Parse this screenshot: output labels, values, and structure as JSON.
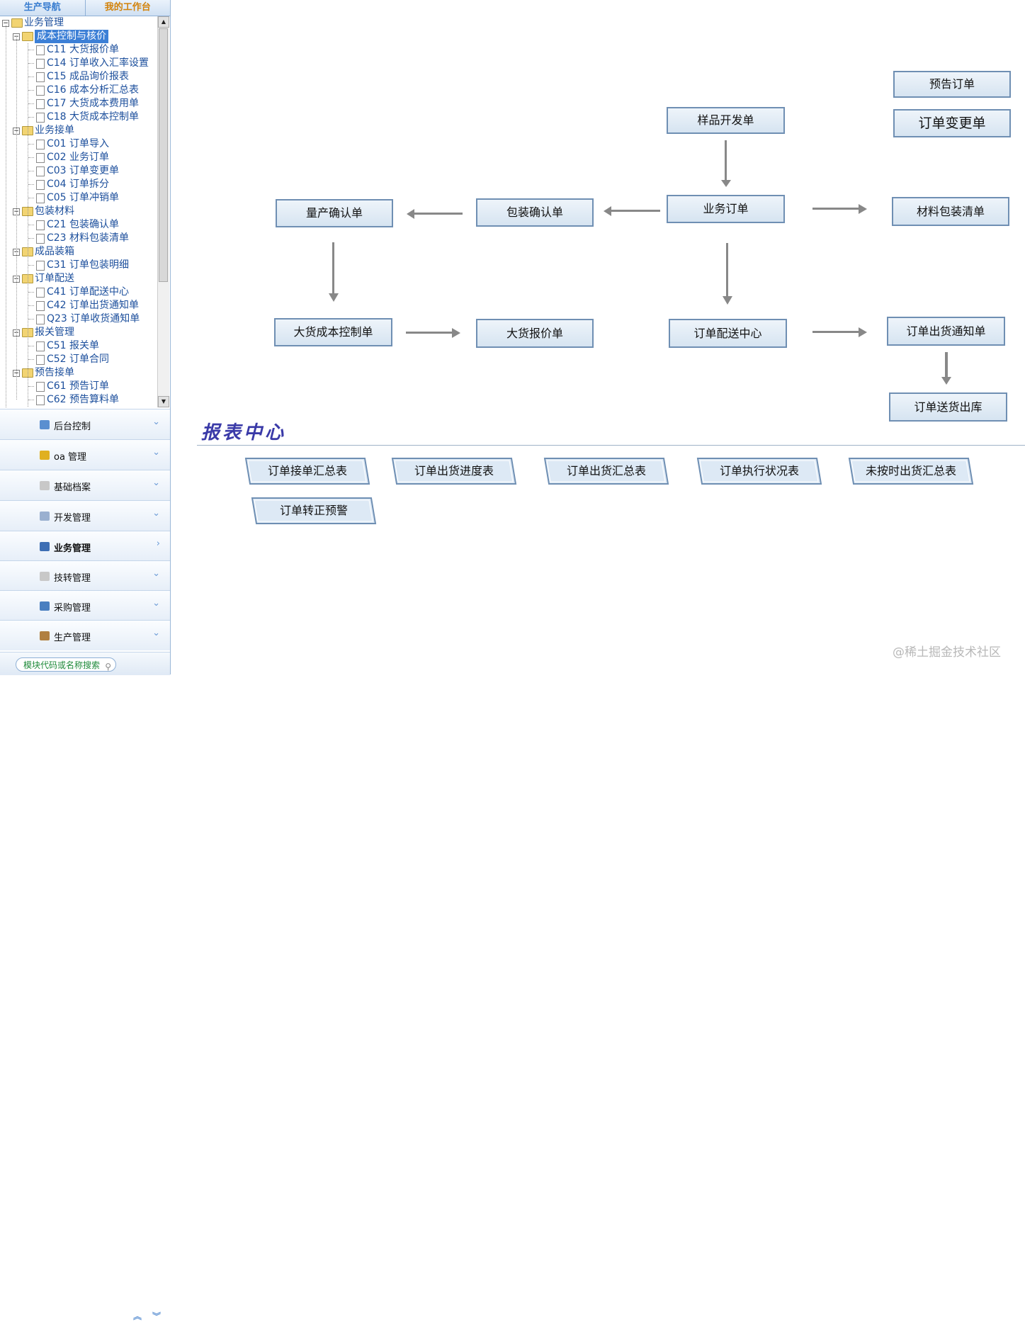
{
  "tabs": [
    "生产导航",
    "我的工作台"
  ],
  "tree": [
    {
      "label": "业务管理",
      "type": "folder",
      "level": 0
    },
    {
      "label": "成本控制与核价",
      "type": "folder",
      "level": 1,
      "selected": true
    },
    {
      "label": "C11 大货报价单",
      "type": "doc",
      "level": 2
    },
    {
      "label": "C14 订单收入汇率设置",
      "type": "doc",
      "level": 2
    },
    {
      "label": "C15 成品询价报表",
      "type": "doc",
      "level": 2
    },
    {
      "label": "C16 成本分析汇总表",
      "type": "doc",
      "level": 2
    },
    {
      "label": "C17 大货成本费用单",
      "type": "doc",
      "level": 2
    },
    {
      "label": "C18 大货成本控制单",
      "type": "doc",
      "level": 2
    },
    {
      "label": "业务接单",
      "type": "folder",
      "level": 1
    },
    {
      "label": "C01 订单导入",
      "type": "doc",
      "level": 2
    },
    {
      "label": "C02 业务订单",
      "type": "doc",
      "level": 2
    },
    {
      "label": "C03 订单变更单",
      "type": "doc",
      "level": 2
    },
    {
      "label": "C04 订单拆分",
      "type": "doc",
      "level": 2
    },
    {
      "label": "C05 订单冲销单",
      "type": "doc",
      "level": 2
    },
    {
      "label": "包装材料",
      "type": "folder",
      "level": 1
    },
    {
      "label": "C21 包装确认单",
      "type": "doc",
      "level": 2
    },
    {
      "label": "C23 材料包装清单",
      "type": "doc",
      "level": 2
    },
    {
      "label": "成品装箱",
      "type": "folder",
      "level": 1
    },
    {
      "label": "C31 订单包装明细",
      "type": "doc",
      "level": 2
    },
    {
      "label": "订单配送",
      "type": "folder",
      "level": 1
    },
    {
      "label": "C41 订单配送中心",
      "type": "doc",
      "level": 2
    },
    {
      "label": "C42 订单出货通知单",
      "type": "doc",
      "level": 2
    },
    {
      "label": "Q23 订单收货通知单",
      "type": "doc",
      "level": 2
    },
    {
      "label": "报关管理",
      "type": "folder",
      "level": 1
    },
    {
      "label": "C51 报关单",
      "type": "doc",
      "level": 2
    },
    {
      "label": "C52 订单合同",
      "type": "doc",
      "level": 2
    },
    {
      "label": "预告接单",
      "type": "folder",
      "level": 1
    },
    {
      "label": "C61 预告订单",
      "type": "doc",
      "level": 2
    },
    {
      "label": "C62 预告算料单",
      "type": "doc",
      "level": 2
    }
  ],
  "menus": [
    {
      "label": "后台控制",
      "icon": "monitor-icon",
      "chevron": "chevron-down-icon",
      "color": "#5a8fd0"
    },
    {
      "label": "oa 管理",
      "icon": "puzzle-icon",
      "chevron": "chevron-down-icon",
      "color": "#e0b020"
    },
    {
      "label": "基础档案",
      "icon": "document-icon",
      "chevron": "chevron-down-icon",
      "color": "#c8c8c8"
    },
    {
      "label": "开发管理",
      "icon": "document-edit-icon",
      "chevron": "chevron-down-icon",
      "color": "#9ab0d0"
    },
    {
      "label": "业务管理",
      "icon": "computer-icon",
      "chevron": "chevron-right-icon",
      "color": "#3d6eb4",
      "active": true
    },
    {
      "label": "技转管理",
      "icon": "document-icon",
      "chevron": "chevron-down-icon",
      "color": "#c8c8c8"
    },
    {
      "label": "采购管理",
      "icon": "basket-icon",
      "chevron": "chevron-down-icon",
      "color": "#4a7fc0"
    },
    {
      "label": "生产管理",
      "icon": "clipboard-icon",
      "chevron": "chevron-down-icon",
      "color": "#b08040"
    }
  ],
  "search": {
    "placeholder": "模块代码或名称搜索"
  },
  "flow": {
    "yugao": "预告订单",
    "biangeng": "订单变更单",
    "yangpin": "样品开发单",
    "yewu": "业务订单",
    "baozhuang": "包装确认单",
    "liangchan": "量产确认单",
    "cailiao": "材料包装清单",
    "chengben": "大货成本控制单",
    "baojia": "大货报价单",
    "peisong": "订单配送中心",
    "chuhuo": "订单出货通知单",
    "songhuo": "订单送货出库"
  },
  "report_center": {
    "title": "报表中心",
    "items": [
      "订单接单汇总表",
      "订单出货进度表",
      "订单出货汇总表",
      "订单执行状况表",
      "未按时出货汇总表",
      "订单转正预警"
    ]
  },
  "watermark": "@稀土掘金技术社区"
}
